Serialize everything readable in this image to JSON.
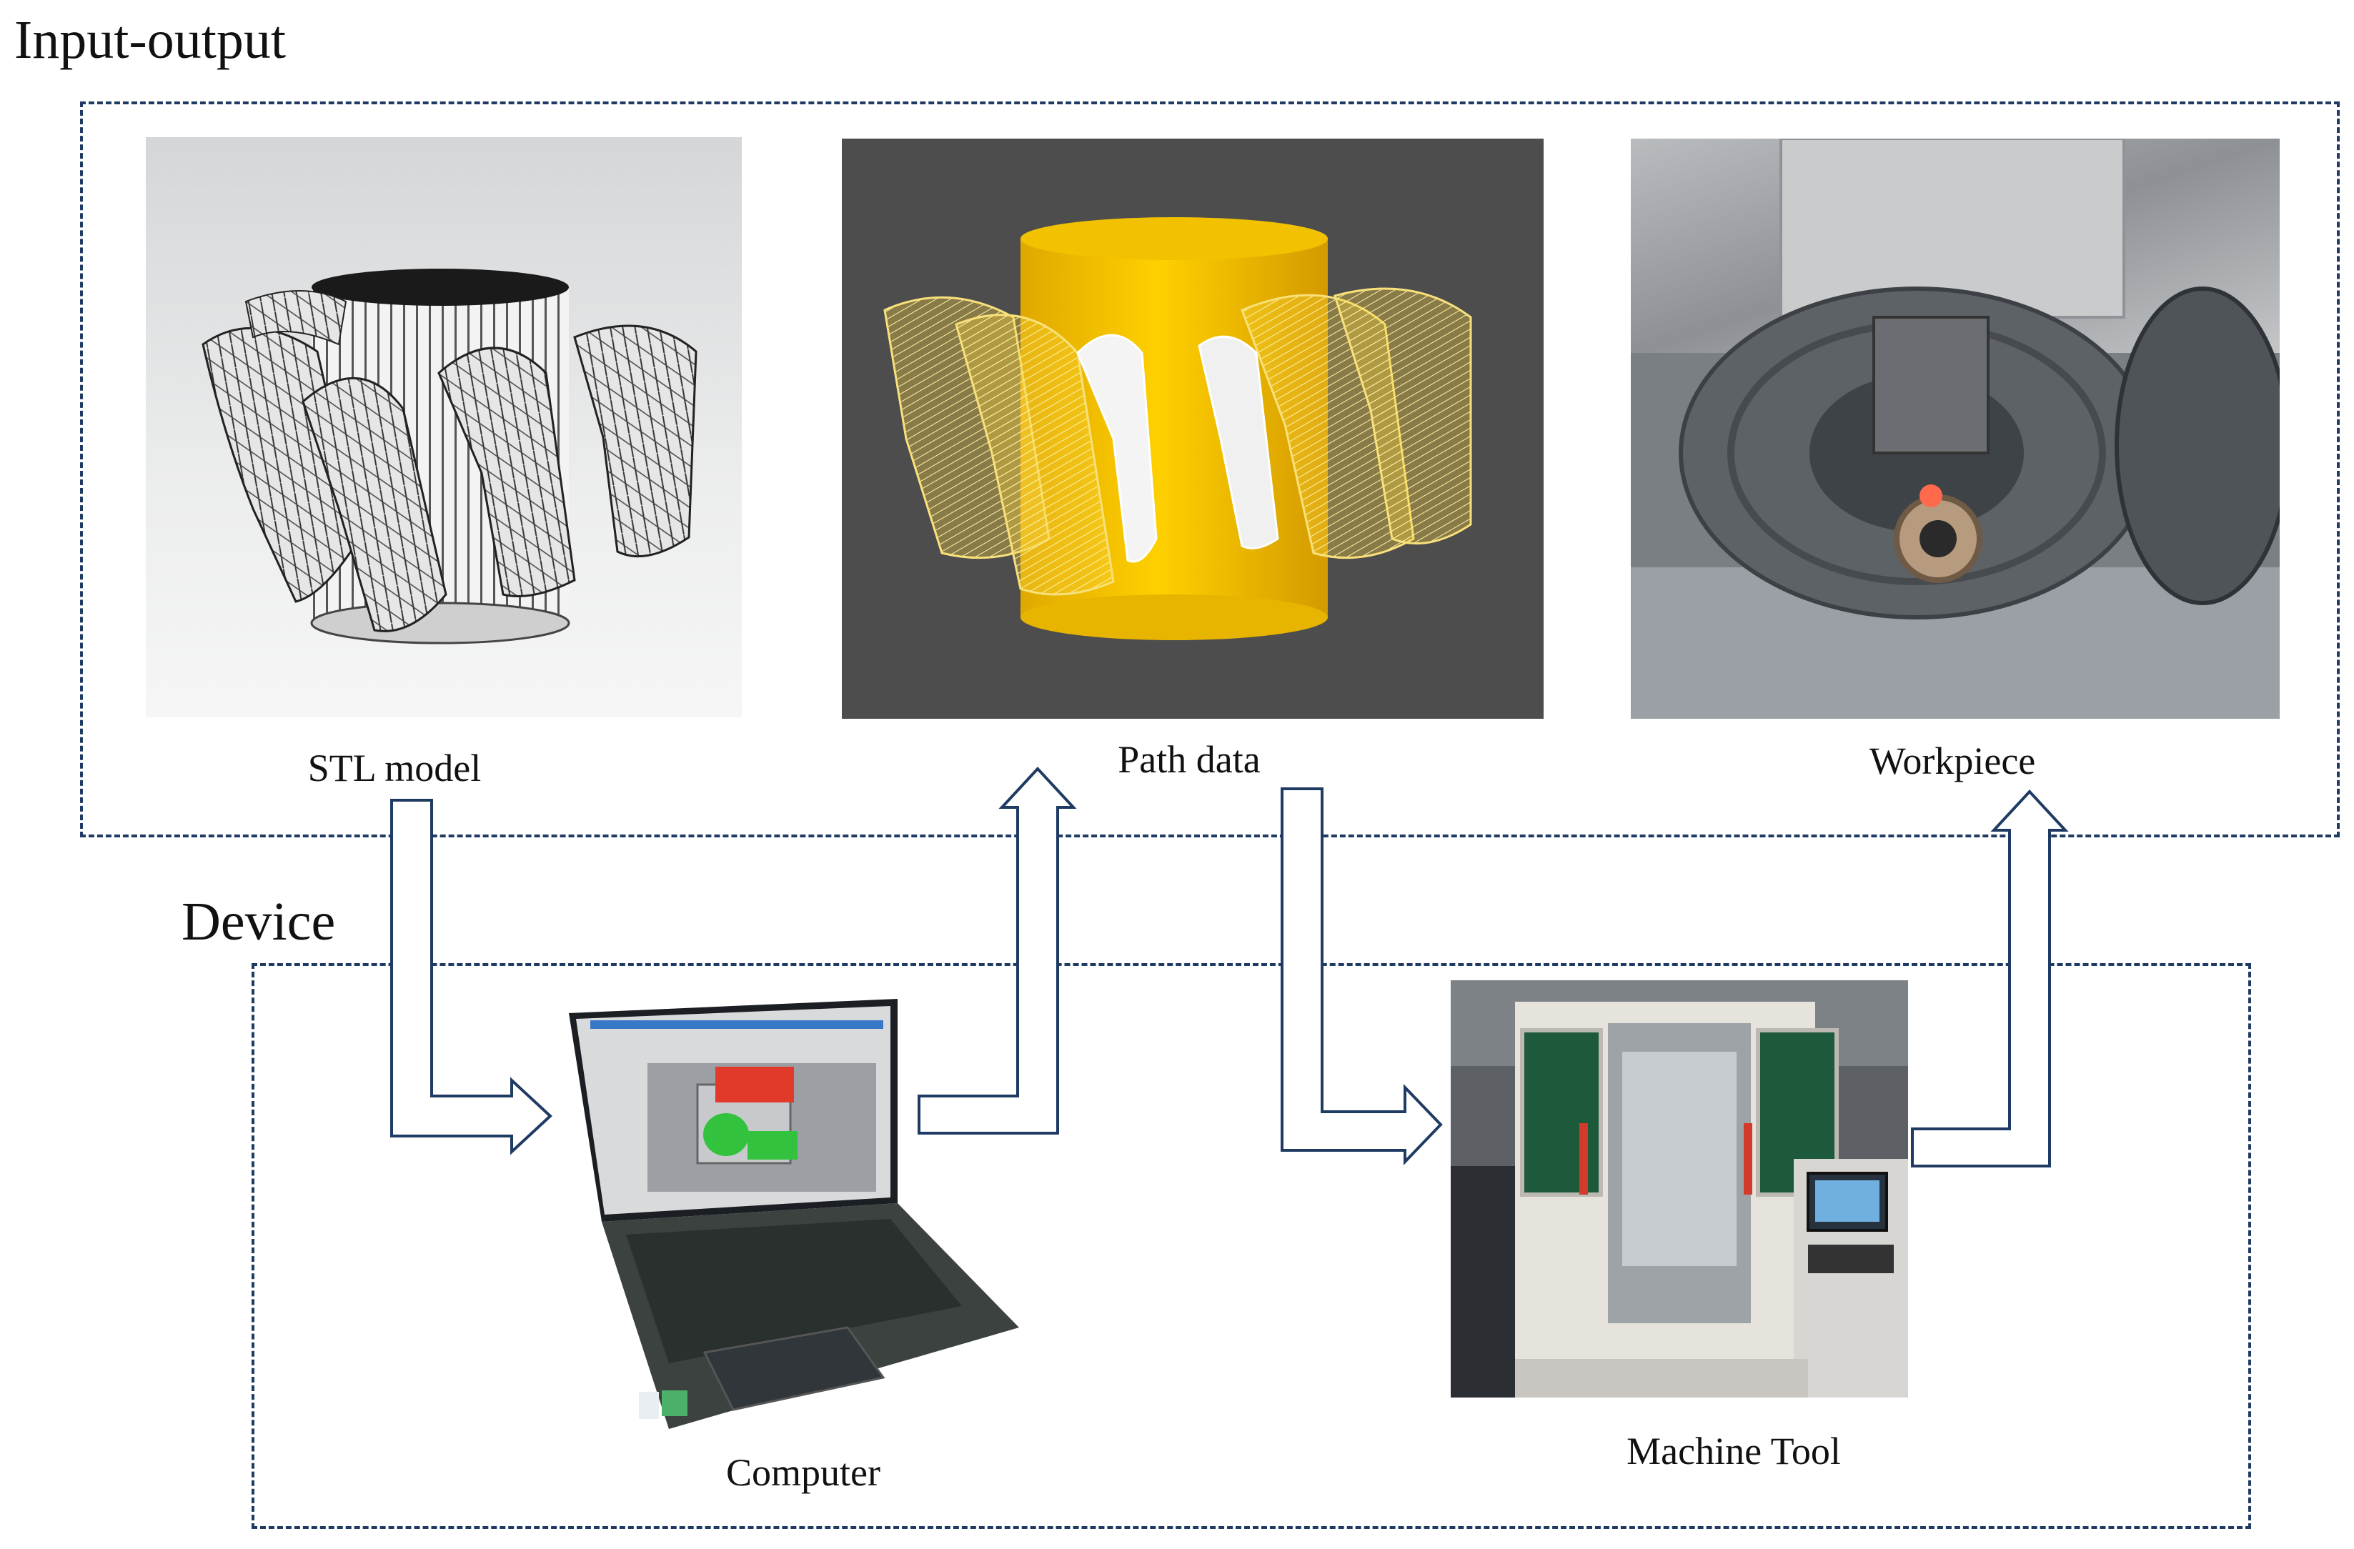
{
  "sections": {
    "input_output": "Input-output",
    "device": "Device"
  },
  "captions": {
    "stl_model": "STL model",
    "path_data": "Path data",
    "workpiece": "Workpiece",
    "computer": "Computer",
    "machine_tool": "Machine Tool"
  },
  "colors": {
    "frame_border": "#1f3b63",
    "arrow_stroke": "#1f3b63",
    "path_background": "#4d4d4d",
    "path_cylinder": "#f2c200"
  }
}
